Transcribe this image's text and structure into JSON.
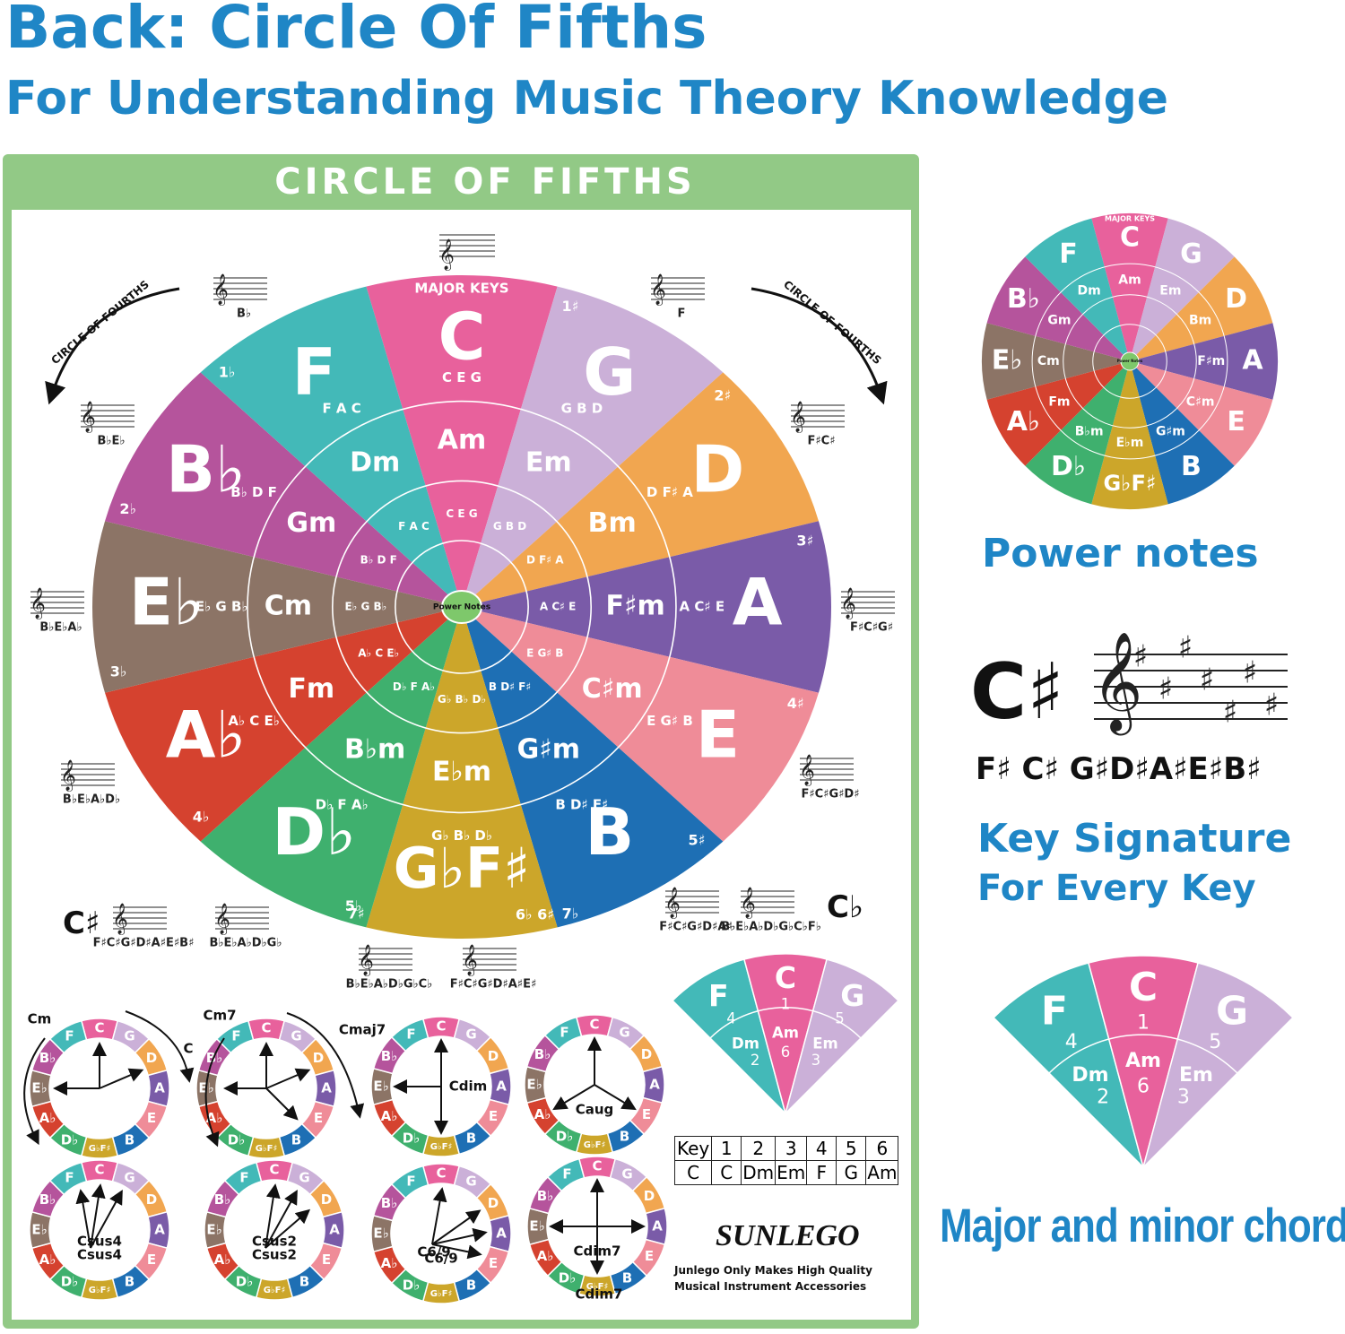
{
  "header": {
    "title": "Back: Circle Of Fifths",
    "subtitle": "For Understanding Music Theory Knowledge"
  },
  "poster": {
    "title": "CIRCLE OF FIFTHS",
    "major_keys_label": "MAJOR KEYS",
    "circle_of_fourths_label": "CIRCLE OF FOURTHS",
    "center_label": "Power Notes",
    "segments": [
      {
        "major": "C",
        "minor": "Am",
        "sig": "",
        "notes": "C E G",
        "color": "#e8619c"
      },
      {
        "major": "G",
        "minor": "Em",
        "sig": "1♯",
        "notes": "G B D",
        "color": "#cbb0d8"
      },
      {
        "major": "D",
        "minor": "Bm",
        "sig": "2♯",
        "notes": "D F♯ A",
        "color": "#f1a650"
      },
      {
        "major": "A",
        "minor": "F♯m",
        "sig": "3♯",
        "notes": "A C♯ E",
        "color": "#7a5ba8"
      },
      {
        "major": "E",
        "minor": "C♯m",
        "sig": "4♯",
        "notes": "E G♯ B",
        "color": "#ef8c98"
      },
      {
        "major": "B",
        "minor": "G♯m",
        "sig": "5♯",
        "notes": "B D♯ F♯",
        "color": "#1e6fb4"
      },
      {
        "major": "G♭F♯",
        "minor": "E♭m",
        "sig": "6♭ 6♯",
        "notes": "G♭ B♭ D♭",
        "color": "#cca62a"
      },
      {
        "major": "D♭",
        "minor": "B♭m",
        "sig": "5♭",
        "notes": "D♭ F A♭",
        "color": "#3fb06e"
      },
      {
        "major": "A♭",
        "minor": "Fm",
        "sig": "4♭",
        "notes": "A♭ C E♭",
        "color": "#d5422f"
      },
      {
        "major": "E♭",
        "minor": "Cm",
        "sig": "3♭",
        "notes": "E♭ G B♭",
        "color": "#8c7466"
      },
      {
        "major": "B♭",
        "minor": "Gm",
        "sig": "2♭",
        "notes": "B♭ D F",
        "color": "#b5549c"
      },
      {
        "major": "F",
        "minor": "Dm",
        "sig": "1♭",
        "notes": "F A C",
        "color": "#43b9b8"
      }
    ],
    "key_signatures": [
      {
        "label": "B♭"
      },
      {
        "label": "F"
      },
      {
        "label": "B♭E♭"
      },
      {
        "label": "F♯C♯"
      },
      {
        "label": "B♭E♭A♭"
      },
      {
        "label": "F♯C♯G♯"
      },
      {
        "label": "B♭E♭A♭D♭"
      },
      {
        "label": "F♯C♯G♯D♯"
      },
      {
        "label": "F♯C♯G♯D♯A♯E♯B♯"
      },
      {
        "label": "B♭E♭A♭D♭G♭"
      },
      {
        "label": "F♯C♯G♯D♯A♯"
      },
      {
        "label": "B♭E♭A♭D♭G♭C♭F♭"
      },
      {
        "label": "B♭E♭A♭D♭G♭C♭"
      },
      {
        "label": "F♯C♯G♯D♯A♯E♯"
      }
    ],
    "c_sharp_label": "C♯",
    "c_flat_label": "C♭",
    "extra_sig_labels": {
      "7s": "7♯",
      "7b": "7♭"
    },
    "chord_diagrams": [
      {
        "label": "Cm"
      },
      {
        "label": "Cm7"
      },
      {
        "label": "Cmaj7"
      },
      {
        "label": "C"
      },
      {
        "label": "Cdim"
      },
      {
        "label": "Caug"
      },
      {
        "label": "Csus4"
      },
      {
        "label": "Csus2"
      },
      {
        "label": "C6/9"
      },
      {
        "label": "Cdim7"
      }
    ],
    "fan": {
      "major": [
        "F",
        "C",
        "G"
      ],
      "nums_major": [
        "4",
        "1",
        "5"
      ],
      "minor": [
        "Dm",
        "Am",
        "Em"
      ],
      "nums_minor": [
        "2",
        "6",
        "3"
      ]
    },
    "key_table": {
      "header": [
        "Key",
        "1",
        "2",
        "3",
        "4",
        "5",
        "6"
      ],
      "row": [
        "C",
        "C",
        "Dm",
        "Em",
        "F",
        "G",
        "Am"
      ]
    },
    "brand": "SUNLEGO",
    "tagline_1": "Junlego Only Makes High Quality",
    "tagline_2": "Musical Instrument Accessories"
  },
  "right_panel": {
    "power_notes": "Power notes",
    "key_signature_title": "Key Signature",
    "key_signature_sub": "For Every Key",
    "c_sharp": "C♯",
    "c_sharp_sig": "F♯ C♯ G♯D♯A♯E♯B♯",
    "major_minor": "Major and minor chords",
    "mini_major_keys": "MAJOR KEYS",
    "mini_center": "Power Notes"
  }
}
